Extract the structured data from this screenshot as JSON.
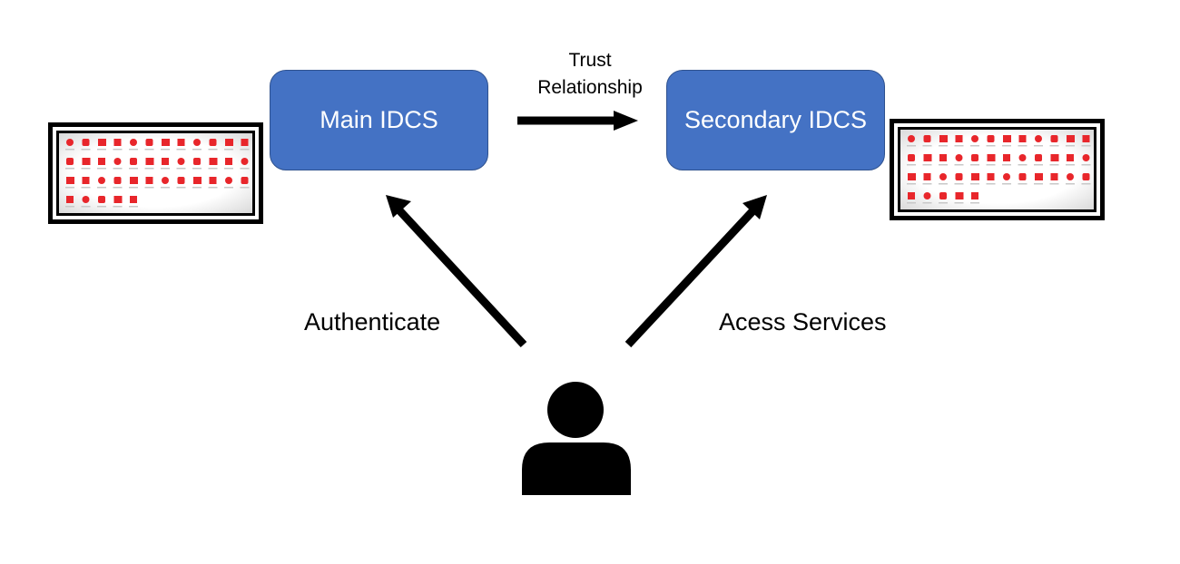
{
  "nodes": {
    "main": "Main IDCS",
    "secondary": "Secondary IDCS"
  },
  "edges": {
    "trust": {
      "line1": "Trust",
      "line2": "Relationship"
    },
    "authenticate": "Authenticate",
    "access": "Acess Services"
  },
  "colors": {
    "box_fill": "#4472c4",
    "box_border": "#2f528f",
    "arrow": "#000000",
    "icon_red": "#e8262b"
  },
  "icons": {
    "user": "user-icon",
    "service_grid": "service-icon-grid"
  }
}
